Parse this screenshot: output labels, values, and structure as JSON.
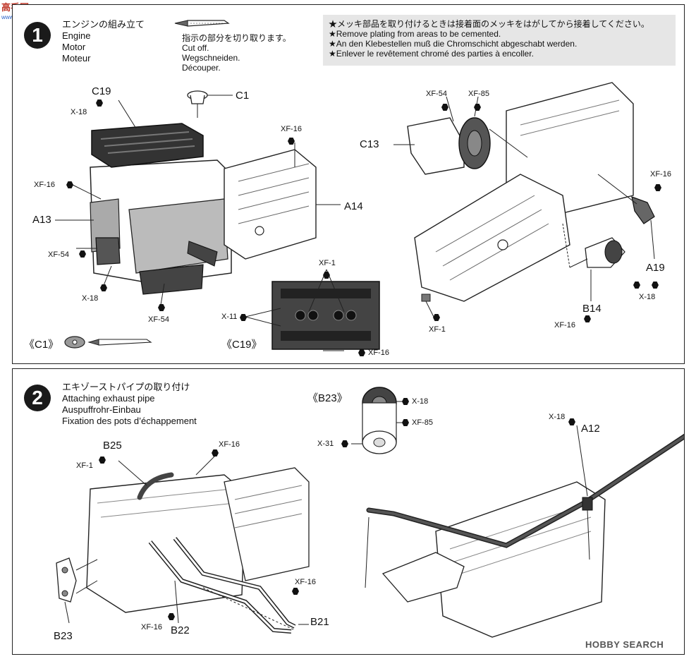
{
  "watermark_top": {
    "name": "高手网",
    "url": "www.gaoshou.com"
  },
  "watermark_bottom": "HOBBY SEARCH",
  "step1": {
    "number": "1",
    "title": [
      "エンジンの組み立て",
      "Engine",
      "Motor",
      "Moteur"
    ],
    "cut_note": [
      "指示の部分を切り取ります。",
      "Cut off.",
      "Wegschneiden.",
      "Découper."
    ],
    "plating_note": [
      "★メッキ部品を取り付けるときは接着面のメッキをはがしてから接着してください。",
      "★Remove plating from areas to be cemented.",
      "★An den Klebestellen muß die Chromschicht abgeschabt werden.",
      "★Enlever le revêtement chromé des parties à encoller."
    ],
    "labels": {
      "c19": "C19",
      "c1": "C1",
      "a13": "A13",
      "a14": "A14",
      "c13": "C13",
      "a19": "A19",
      "b14": "B14",
      "c1_detail": "《C1》",
      "c19_detail": "《C19》"
    },
    "paint": {
      "x18_a": "X-18",
      "xf16_a": "XF-16",
      "xf54_a": "XF-54",
      "x18_b": "X-18",
      "xf54_b": "XF-54",
      "xf16_b": "XF-16",
      "xf1_a": "XF-1",
      "x11": "X-11",
      "xf16_c": "XF-16",
      "xf54_c": "XF-54",
      "xf85_a": "XF-85",
      "xf16_d": "XF-16",
      "x18_c": "X-18",
      "xf16_e": "XF-16",
      "xf1_b": "XF-1"
    }
  },
  "step2": {
    "number": "2",
    "title": [
      "エキゾーストパイプの取り付け",
      "Attaching exhaust pipe",
      "Auspuffrohr-Einbau",
      "Fixation des pots d’échappement"
    ],
    "labels": {
      "b23_detail": "《B23》",
      "b25": "B25",
      "a12": "A12",
      "b23": "B23",
      "b22": "B22",
      "b21": "B21"
    },
    "paint": {
      "x18_a": "X-18",
      "xf85": "XF-85",
      "x31": "X-31",
      "x18_b": "X-18",
      "xf1": "XF-1",
      "xf16_a": "XF-16",
      "xf16_b": "XF-16",
      "xf16_c": "XF-16"
    }
  }
}
